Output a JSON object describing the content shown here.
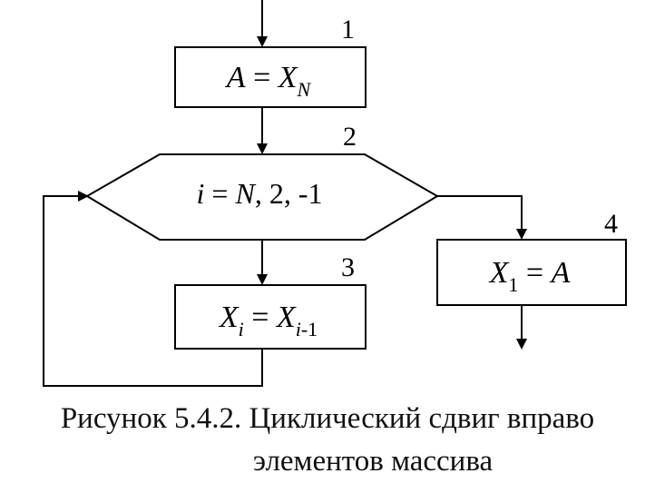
{
  "diagram": {
    "blocks": [
      {
        "number": "1",
        "var": "A",
        "eq": "=",
        "target": "X",
        "target_sub": "N"
      },
      {
        "number": "2",
        "loop_var": "i",
        "eq": "=",
        "params_start": "N",
        "params_rest": ", 2, -1"
      },
      {
        "number": "3",
        "var": "X",
        "var_sub": "i",
        "eq": "=",
        "target": "X",
        "target_sub": "i",
        "target_sub_suffix": "-1"
      },
      {
        "number": "4",
        "var": "X",
        "var_sub": "1",
        "eq": "=",
        "target": "A"
      }
    ]
  },
  "caption": {
    "line1": "Рисунок 5.4.2. Циклический сдвиг вправо",
    "line2": "элементов массива"
  }
}
